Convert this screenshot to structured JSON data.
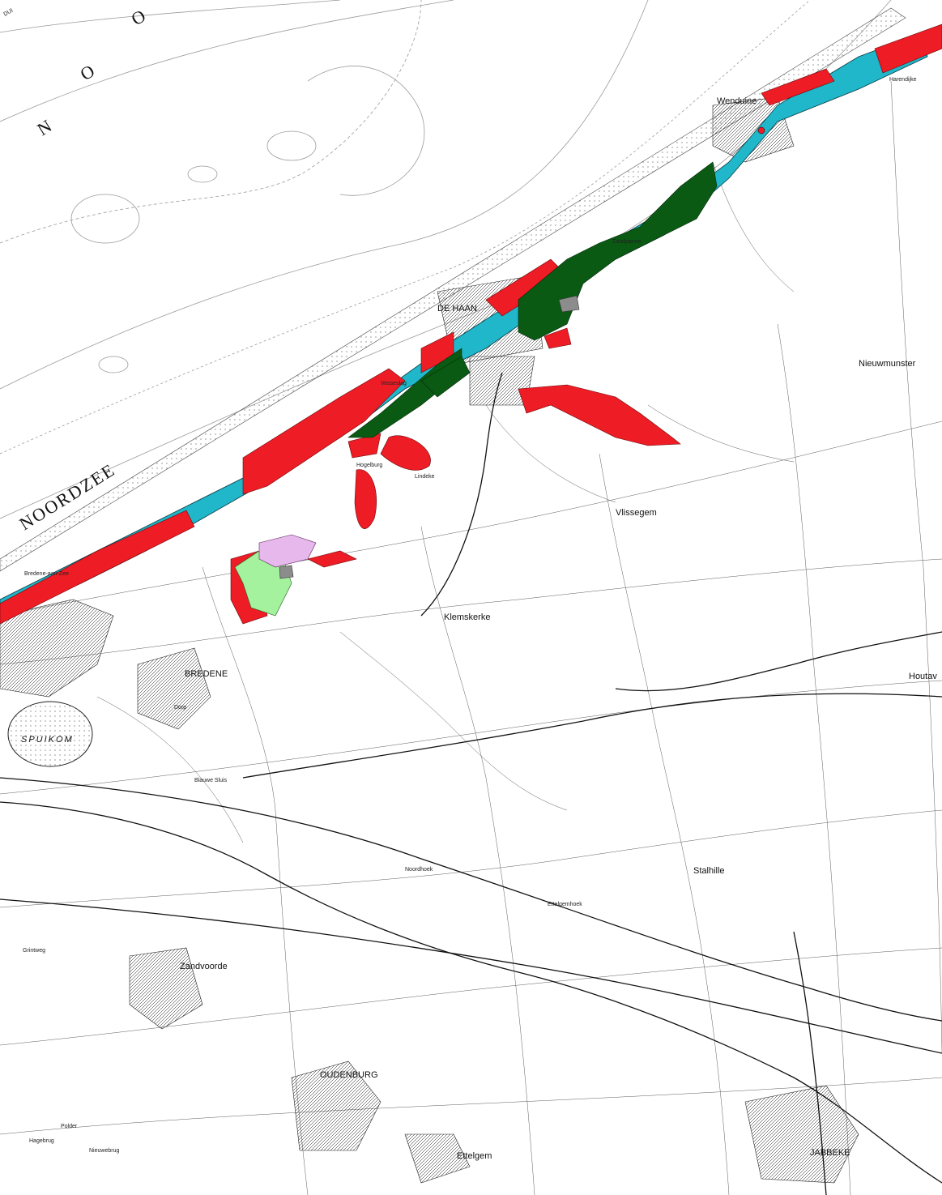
{
  "map": {
    "sea_labels": {
      "noo_n": "N",
      "noo_o1": "O",
      "noo_o2": "O",
      "noordzee": "NOORDZEE",
      "dui": "DUI"
    },
    "towns": {
      "wenduine": "Wenduine",
      "de_haan": "DE HAAN",
      "nieuwmunster": "Nieuwmunster",
      "vlissegem": "Vlissegem",
      "klemskerke": "Klemskerke",
      "bredene": "BREDENE",
      "houtave": "Houtav",
      "stalhille": "Stalhille",
      "zandvoorde": "Zandvoorde",
      "oudenburg": "OUDENBURG",
      "ettelgem": "Ettelgem",
      "jabbeke": "JABBEKE",
      "spuikom": "SPUIKOM"
    },
    "places": {
      "harendijke": "Harendijke",
      "zandpanne": "Zandpanne",
      "vosseslag": "Vosseslag",
      "lindeke": "Lindeke",
      "hogelburg": "Hogelburg",
      "breedene": "Bredene-aan-Zee",
      "dorp": "Dorp",
      "grintweg": "Grintweg",
      "blauwe_sluis": "Blauwe Sluis",
      "noordhoek": "Noordhoek",
      "ettelgemhoek": "Ettelgemhoek",
      "nieuwebrug": "Nieuwebrug",
      "polder": "Polder",
      "hagebrug": "Hagebrug"
    },
    "colors": {
      "protected_red": "#ee1c24",
      "dune_cyan": "#1fb7c9",
      "forest_green": "#0a5a14",
      "light_green": "#a4f29e",
      "lilac": "#e6b8ec",
      "gray_zone": "#8c8c8c",
      "sea_contour": "#9a9a9a"
    }
  }
}
